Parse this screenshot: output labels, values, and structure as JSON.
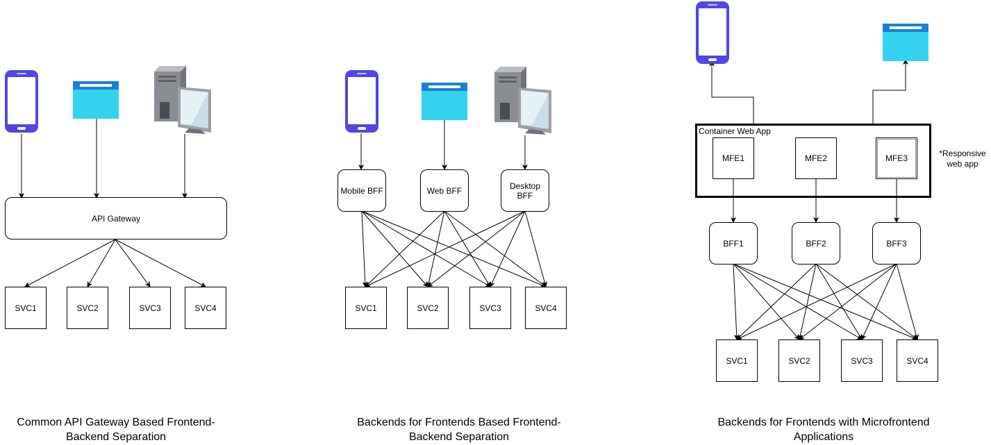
{
  "diagram1": {
    "gateway_label": "API Gateway",
    "services": [
      "SVC1",
      "SVC2",
      "SVC3",
      "SVC4"
    ],
    "caption": [
      "Common API Gateway Based Frontend-",
      "Backend Separation"
    ]
  },
  "diagram2": {
    "bffs": [
      "Mobile BFF",
      "Web BFF",
      "Desktop BFF"
    ],
    "services": [
      "SVC1",
      "SVC2",
      "SVC3",
      "SVC4"
    ],
    "caption": [
      "Backends for Frontends Based Frontend-",
      "Backend Separation"
    ]
  },
  "diagram3": {
    "container_label": "Container Web App",
    "mfes": [
      "MFE1",
      "MFE2",
      "MFE3"
    ],
    "note": [
      "*Responsive",
      "web app"
    ],
    "bffs": [
      "BFF1",
      "BFF2",
      "BFF3"
    ],
    "services": [
      "SVC1",
      "SVC2",
      "SVC3",
      "SVC4"
    ],
    "caption": [
      "Backends for Frontends with Microfrontend",
      "Applications"
    ]
  },
  "icons": {
    "mobile": "mobile-phone-icon",
    "browser": "browser-window-icon",
    "desktop": "desktop-computer-icon"
  },
  "colors": {
    "phone_frame": "#5046e6",
    "browser_body": "#33d3f0",
    "browser_bar": "#1a7fd6",
    "desktop_body": "#8a8e93"
  }
}
